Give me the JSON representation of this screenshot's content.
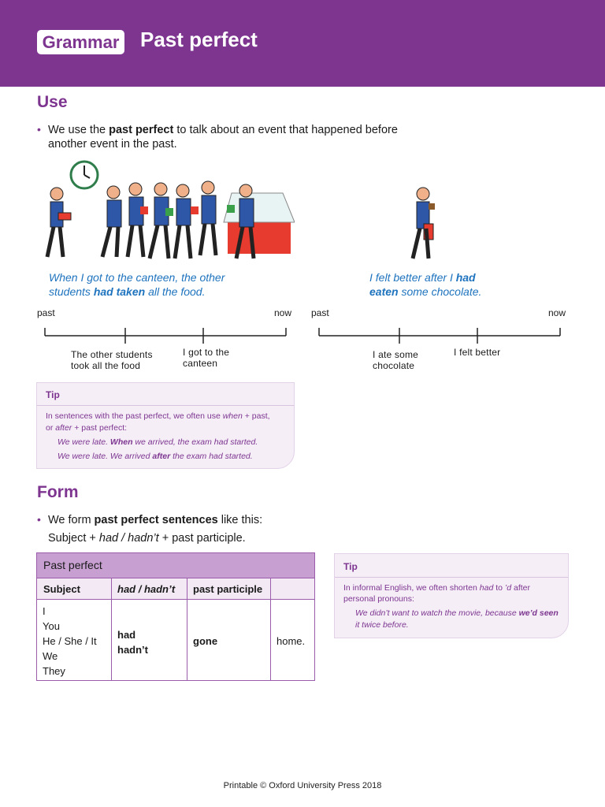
{
  "header": {
    "badge": "Grammar",
    "title": "Past perfect"
  },
  "use": {
    "heading": "Use",
    "bullet_prefix": "We use the ",
    "bullet_bold": "past perfect",
    "bullet_suffix": " to talk about an event that happened before",
    "bullet_line2": "another event in the past.",
    "caption_left": {
      "line1": "When I got to the canteen, the other",
      "pre": "students ",
      "bold": "had taken",
      "post": " all the food."
    },
    "caption_right": {
      "pre": "I felt better after I ",
      "bold1": "had",
      "bold2": "eaten",
      "post": " some chocolate."
    },
    "timeline_left": {
      "past": "past",
      "now": "now",
      "event1_l1": "The other students",
      "event1_l2": "took all the food",
      "event2_l1": "I got to the",
      "event2_l2": "canteen"
    },
    "timeline_right": {
      "past": "past",
      "now": "now",
      "event1_l1": "I ate some",
      "event1_l2": "chocolate",
      "event2": "I felt better"
    }
  },
  "tip1": {
    "title": "Tip",
    "l1_pre": "In sentences with the past perfect, we often use ",
    "l1_em": "when",
    "l1_post": " + past,",
    "l2_or": "or ",
    "l2_em": "after",
    "l2_post": " + past perfect:",
    "ex1_pre": "We were late. ",
    "ex1_bold": "When",
    "ex1_post": " we arrived, the exam had started.",
    "ex2_pre": "We were late. We arrived ",
    "ex2_bold": "after",
    "ex2_post": " the exam had started."
  },
  "form": {
    "heading": "Form",
    "bullet_pre": "We form ",
    "bullet_bold": "past perfect sentences",
    "bullet_post": " like this:",
    "formula_pre": "Subject + ",
    "formula_em": "had / hadn’t",
    "formula_post": " + past participle."
  },
  "table": {
    "title": "Past perfect",
    "col_subject": "Subject",
    "col_had": "had / hadn’t",
    "col_participle": "past participle",
    "subjects": [
      "I",
      "You",
      "He / She / It",
      "We",
      "They"
    ],
    "had": "had",
    "hadnt": "hadn’t",
    "participle": "gone",
    "end": "home."
  },
  "tip2": {
    "title": "Tip",
    "l1_pre": "In informal English, we often shorten ",
    "l1_em1": "had",
    "l1_mid": " to ",
    "l1_em2": "’d",
    "l1_post": " after",
    "l2": "personal pronouns:",
    "ex1_pre": "We didn’t want to watch the movie, because ",
    "ex1_bold": "we’d seen",
    "ex2": "it twice before."
  },
  "footer": "Printable © Oxford University Press 2018",
  "colors": {
    "brand": "#7d3590",
    "caption": "#1e73be",
    "tip_bg": "#f5eef7",
    "table_head": "#c79fd1"
  }
}
